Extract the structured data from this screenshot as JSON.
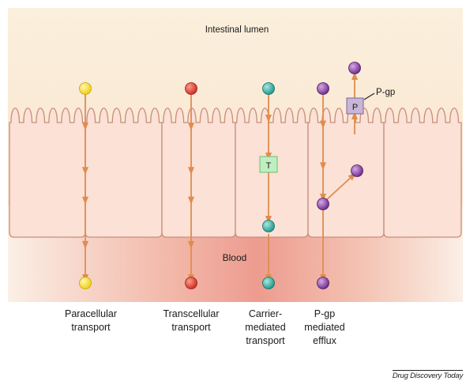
{
  "labels": {
    "lumen": "Intestinal lumen",
    "blood": "Blood",
    "pgp": "P-gp",
    "pgp_box": "P",
    "transporter_box": "T"
  },
  "captions": {
    "paracellular": [
      "Paracellular",
      "transport"
    ],
    "transcellular": [
      "Transcellular",
      "transport"
    ],
    "carrier": [
      "Carrier-",
      "mediated",
      "transport"
    ],
    "pgp_efflux": [
      "P-gp",
      "mediated",
      "efflux"
    ]
  },
  "footer": "Drug Discovery Today",
  "colors": {
    "paracellular": "#f4d51a",
    "transcellular": "#d63a2e",
    "carrier": "#25a69a",
    "pgp": "#7d3b9a",
    "arrow": "#e08c4e",
    "cell_fill": "#fbe1d6",
    "cell_stroke": "#c98d7d"
  }
}
